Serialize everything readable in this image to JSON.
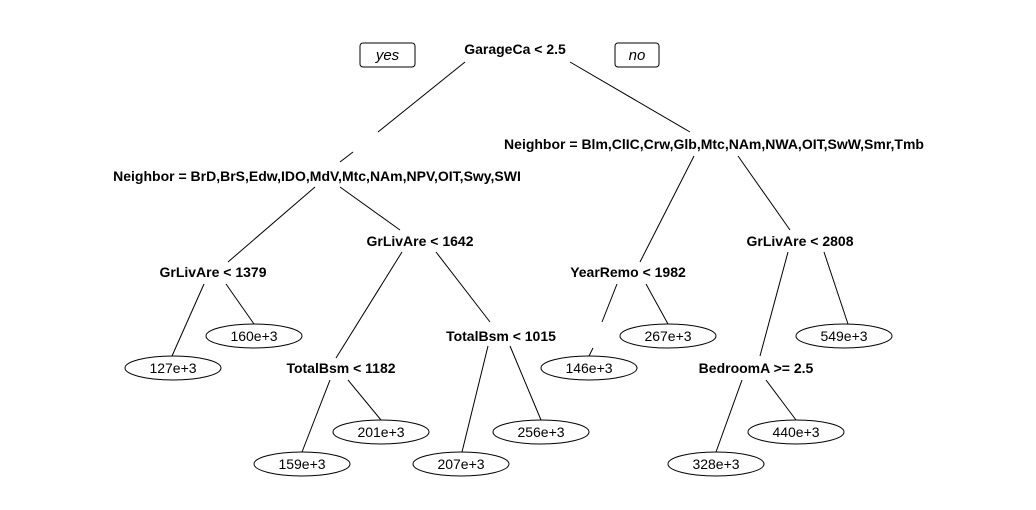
{
  "branch_labels": {
    "yes": "yes",
    "no": "no"
  },
  "splits": {
    "garage": "GarageCa < 2.5",
    "neighbor_left": "Neighbor = BrD,BrS,Edw,IDO,MdV,Mtc,NAm,NPV,OIT,Swy,SWI",
    "neighbor_right": "Neighbor = Blm,ClIC,Crw,Glb,Mtc,NAm,NWA,OIT,SwW,Smr,Tmb",
    "grliv_1379": "GrLivAre < 1379",
    "grliv_1642": "GrLivAre < 1642",
    "totalbsm_1182": "TotalBsm < 1182",
    "totalbsm_1015": "TotalBsm < 1015",
    "yearremo_1982": "YearRemo < 1982",
    "grliv_2808": "GrLivAre < 2808",
    "bedroom_25": "BedroomA >= 2.5"
  },
  "leaves": {
    "l127": "127e+3",
    "l160": "160e+3",
    "l159": "159e+3",
    "l201": "201e+3",
    "l207": "207e+3",
    "l256": "256e+3",
    "l146": "146e+3",
    "l267": "267e+3",
    "l328": "328e+3",
    "l440": "440e+3",
    "l549": "549e+3"
  }
}
